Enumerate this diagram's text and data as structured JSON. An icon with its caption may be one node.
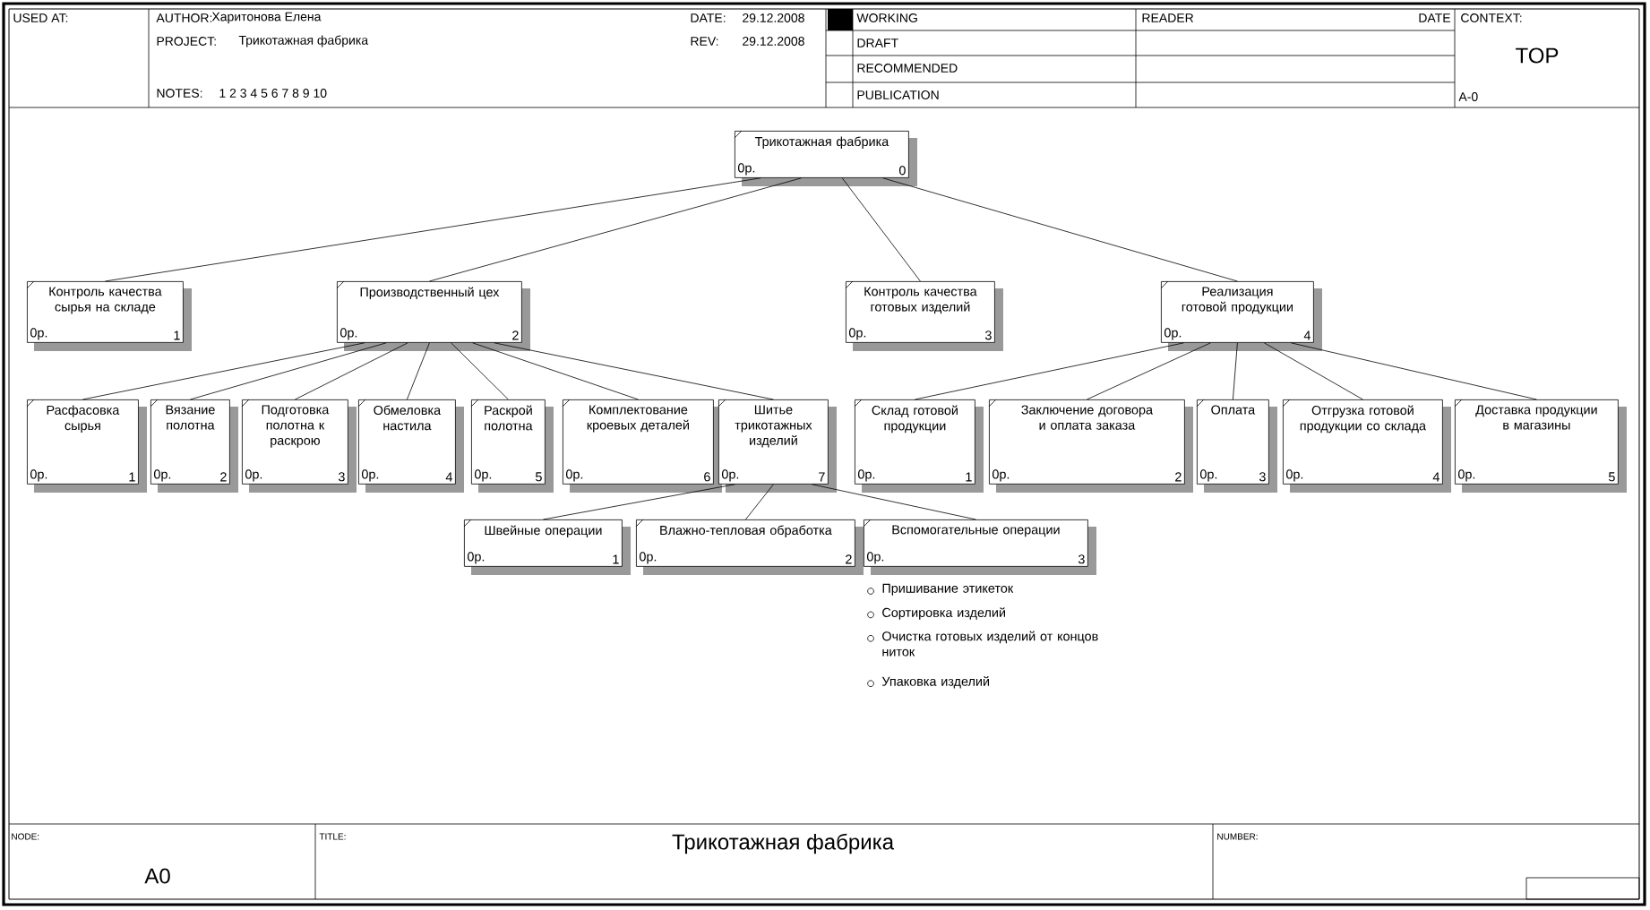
{
  "diagram": {
    "nodes": [
      {
        "text": [
          "Трикотажная фабрика",
          "0р.",
          "0"
        ]
      },
      {
        "text": [
          "Контроль качества сырья на складе",
          "0р.",
          "1"
        ]
      },
      {
        "text": [
          "Производственный цех",
          "0р.",
          "2"
        ]
      },
      {
        "text": [
          "Контроль качества готовых изделий",
          "0р.",
          "3"
        ]
      },
      {
        "text": [
          "Реализация готовой продукции",
          "0р.",
          "4"
        ]
      },
      {
        "text": [
          "Расфасовка сырья",
          "0р.",
          "1"
        ]
      },
      {
        "text": [
          "Вязание полотна",
          "0р.",
          "2"
        ]
      },
      {
        "text": [
          "Подготовка полотна к раскрою",
          "0р.",
          "3"
        ]
      },
      {
        "text": [
          "Обмеловка настила",
          "0р.",
          "4"
        ]
      },
      {
        "text": [
          "Раскрой полотна",
          "0р.",
          "5"
        ]
      },
      {
        "text": [
          "Комплектование кроевых деталей",
          "0р.",
          "6"
        ]
      },
      {
        "text": [
          "Шитье трикотажных изделий",
          "0р.",
          "7"
        ]
      },
      {
        "text": [
          "Склад готовой продукции",
          "0р.",
          "1"
        ]
      },
      {
        "text": [
          "Заключение договора и оплата заказа",
          "0р.",
          "2"
        ]
      },
      {
        "text": [
          "Оплата",
          "0р.",
          "3"
        ]
      },
      {
        "text": [
          "Отгрузка готовой продукции со склада",
          "0р.",
          "4"
        ]
      },
      {
        "text": [
          "Доставка продукции в магазины",
          "0р.",
          "5"
        ]
      },
      {
        "text": [
          "Швейные операции",
          "0р.",
          "1"
        ]
      },
      {
        "text": [
          "Влажно-тепловая обработка",
          "0р.",
          "2"
        ]
      },
      {
        "text": [
          "Вспомогательные операции",
          "0р.",
          "3"
        ],
        "beside": [
          "Пришивание этикеток",
          "Сортировка изделий",
          "Очистка готовых изделий от концов ниток",
          "Упаковка изделий"
        ]
      }
    ],
    "edges": [
      {
        "from": 0,
        "to": 1,
        "arrow": "none"
      },
      {
        "from": 0,
        "to": 2,
        "arrow": "none"
      },
      {
        "from": 0,
        "to": 3,
        "arrow": "none"
      },
      {
        "from": 0,
        "to": 4,
        "arrow": "none"
      },
      {
        "from": 2,
        "to": 5,
        "arrow": "none"
      },
      {
        "from": 2,
        "to": 6,
        "arrow": "none"
      },
      {
        "from": 2,
        "to": 7,
        "arrow": "none"
      },
      {
        "from": 2,
        "to": 8,
        "arrow": "none"
      },
      {
        "from": 2,
        "to": 9,
        "arrow": "none"
      },
      {
        "from": 2,
        "to": 10,
        "arrow": "none"
      },
      {
        "from": 2,
        "to": 11,
        "arrow": "none"
      },
      {
        "from": 4,
        "to": 12,
        "arrow": "none"
      },
      {
        "from": 4,
        "to": 13,
        "arrow": "none"
      },
      {
        "from": 4,
        "to": 14,
        "arrow": "none"
      },
      {
        "from": 4,
        "to": 15,
        "arrow": "none"
      },
      {
        "from": 4,
        "to": 16,
        "arrow": "none"
      },
      {
        "from": 11,
        "to": 17,
        "arrow": "none"
      },
      {
        "from": 11,
        "to": 18,
        "arrow": "none"
      },
      {
        "from": 11,
        "to": 19,
        "arrow": "none"
      }
    ],
    "labels": [
      "USED AT:",
      "AUTHOR:",
      "Харитонова Елена",
      "DATE:",
      "29.12.2008",
      "PROJECT:",
      "Трикотажная фабрика",
      "REV:",
      "29.12.2008",
      "NOTES:",
      "1 2 3 4 5 6 7 8 9 10",
      "WORKING",
      "DRAFT",
      "RECOMMENDED",
      "PUBLICATION",
      "READER",
      "DATE",
      "CONTEXT:",
      "TOP",
      "A-0",
      "NODE:",
      "A0",
      "TITLE:",
      "Трикотажная фабрика",
      "NUMBER:"
    ]
  }
}
